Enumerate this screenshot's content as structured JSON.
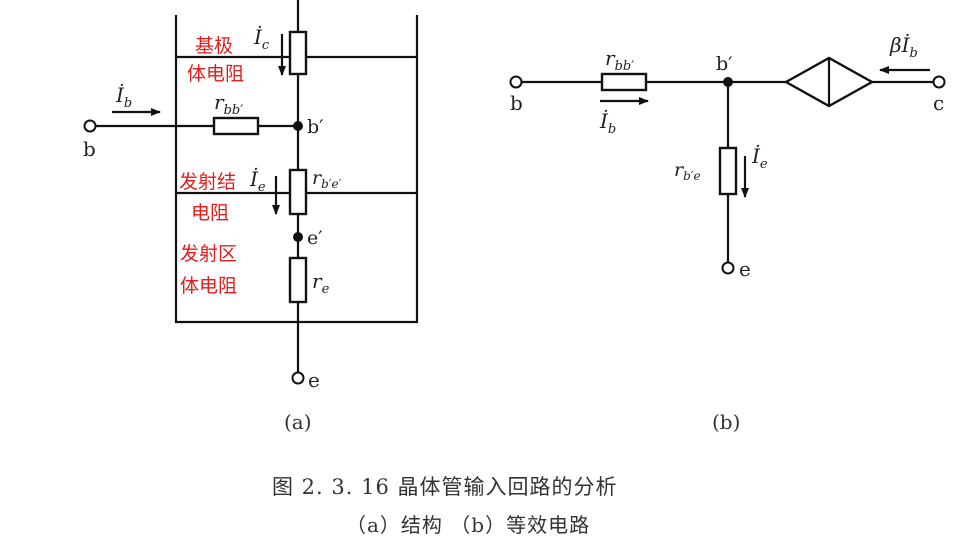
{
  "figure": {
    "caption_title": "图 2. 3. 16    晶体管输入回路的分析",
    "caption_sub": "（a）结构   （b）等效电路",
    "sub_a": "(a)",
    "sub_b": "(b)"
  },
  "panel_a": {
    "annotations": {
      "base_bulk_1": "基极",
      "base_bulk_2": "体电阻",
      "junction_1": "发射结",
      "junction_2": "电阻",
      "emitter_bulk_1": "发射区",
      "emitter_bulk_2": "体电阻"
    },
    "labels": {
      "ic": "İ",
      "ic_sub": "c",
      "ib": "İ",
      "ib_sub": "b",
      "b": "b",
      "rbb_r": "r",
      "rbb_sub": "bb′",
      "bprime": "b′",
      "ie": "İ",
      "ie_sub": "e",
      "rbe_r": "r",
      "rbe_sub": "b′e′",
      "eprime": "e′",
      "re_r": "r",
      "re_sub": "e",
      "e": "e"
    }
  },
  "panel_b": {
    "labels": {
      "b": "b",
      "rbb_r": "r",
      "rbb_sub": "bb′",
      "ib": "İ",
      "ib_sub": "b",
      "bprime": "b′",
      "beta_ib": "βİ",
      "beta_sub": "b",
      "c": "c",
      "rbe_r": "r",
      "rbe_sub": "b′e",
      "ie": "İ",
      "ie_sub": "e",
      "e": "e"
    }
  }
}
